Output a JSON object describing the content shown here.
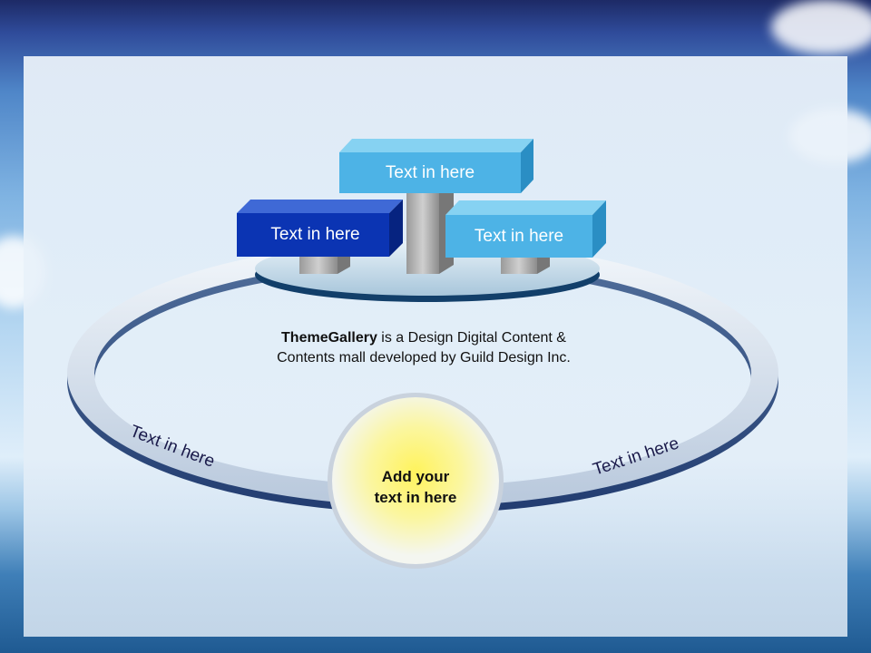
{
  "boxes": {
    "top": "Text in here",
    "left": "Text in here",
    "right": "Text in here"
  },
  "ring": {
    "left_label": "Text in here",
    "right_label": "Text in here"
  },
  "description": {
    "brand": "ThemeGallery",
    "line1_rest": " is a Design Digital Content &",
    "line2": "Contents mall developed by Guild Design Inc."
  },
  "center": {
    "line1": "Add your",
    "line2": "text in here"
  },
  "colors": {
    "box_top": "#4db3e6",
    "box_left": "#0b34b3",
    "box_right": "#4db3e6",
    "ring_edge": "#2c4f83",
    "center_glow": "#fff45a"
  }
}
